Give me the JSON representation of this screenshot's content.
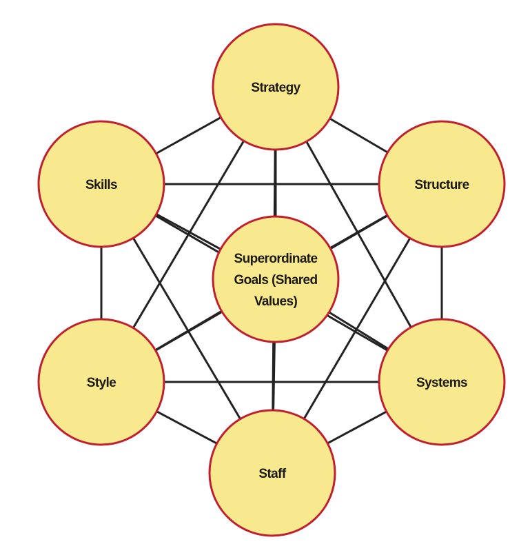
{
  "diagram": {
    "title": "McKinsey 7-S Framework",
    "colors": {
      "node_fill": "#f9e98e",
      "node_stroke": "#c01f2f",
      "edge": "#222222",
      "text": "#1c1a10"
    },
    "center": {
      "id": "shared-values",
      "label_lines": [
        "Superordinate",
        "Goals (Shared",
        "Values)"
      ]
    },
    "nodes": [
      {
        "id": "strategy",
        "label": "Strategy"
      },
      {
        "id": "structure",
        "label": "Structure"
      },
      {
        "id": "systems",
        "label": "Systems"
      },
      {
        "id": "staff",
        "label": "Staff"
      },
      {
        "id": "style",
        "label": "Style"
      },
      {
        "id": "skills",
        "label": "Skills"
      }
    ],
    "connections": "every node connected to every other node (including center)"
  }
}
